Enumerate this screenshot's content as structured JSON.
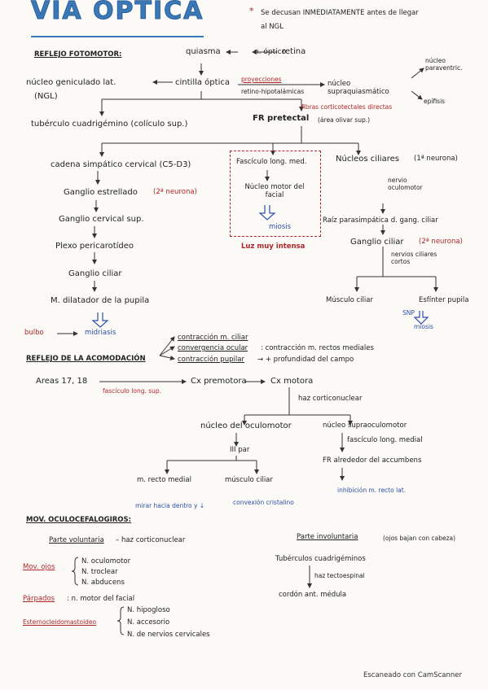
{
  "title": "VIA OPTICA",
  "header_note": {
    "star": "*",
    "line1": "Se decusan INMEDIATAMENTE antes de llegar",
    "line2": "al NGL"
  },
  "reflejo_fotomotor": {
    "heading": "REFLEJO FOTOMOTOR:",
    "quiasma": "quiasma",
    "nervio_optico": "n. óptico",
    "retina": "retina",
    "cintilla": "cintilla óptica",
    "ngl": "núcleo geniculado lat.",
    "ngl_abbr": "(NGL)",
    "proyecciones": "proyecciones",
    "retino_hipot": "retino-hipotalámicas",
    "supraquiasmatico": "núcleo supraquiasmático",
    "paraventricular": "núcleo paraventric.",
    "epifisis": "epífisis",
    "fibras_note": "fibras corticotectales directas",
    "fr_pretectal": "FR pretectal",
    "area_olivar": "(área olivar sup.)",
    "tuberculo": "tubérculo cuadrigémino (colículo sup.)"
  },
  "simpatica": {
    "cadena": "cadena simpático cervical (C5-D3)",
    "ganglio_estrellado": "Ganglio estrellado",
    "segunda_neurona": "(2ª neurona)",
    "ganglio_cervical": "Ganglio cervical sup.",
    "plexo": "Plexo pericarotídeo",
    "ganglio_ciliar": "Ganglio ciliar",
    "dilatador": "M. dilatador de la pupila",
    "bulbo_label": "bulbo",
    "midriasis": "midriasis"
  },
  "luz_intensa": {
    "fasciculo": "Fascículo long. med.",
    "nucleo_facial": "Núcleo motor del facial",
    "miosis": "miosis",
    "label": "Luz muy intensa"
  },
  "parasimpatica": {
    "nucleos_ciliares": "Núcleos ciliares",
    "primera_neurona": "(1ª neurona)",
    "nervio_oculomotor": "nervio oculomotor",
    "raiz": "Raíz parasimpática d. gang. ciliar",
    "ganglio_ciliar": "Ganglio ciliar",
    "segunda_neurona": "(2ª neurona)",
    "nervios_ciliares": "nervios ciliares cortos",
    "musculo_ciliar": "Músculo ciliar",
    "esfinter": "Esfínter pupila",
    "snp": "SNP",
    "miosis": "miosis"
  },
  "acomodacion": {
    "heading": "REFLEJO DE LA ACOMODACIÓN",
    "contraccion_ciliar": "contracción m. ciliar",
    "convergencia": "convergencia ocular",
    "convergencia_desc": ": contracción m. rectos mediales",
    "contraccion_pupilar": "contracción pupilar",
    "profundidad": "→ + profundidad del campo",
    "areas": "Areas 17, 18",
    "fasciculo_long": "fascículo long. sup.",
    "cx_premotora": "Cx premotora",
    "cx_motora": "Cx motora",
    "haz": "haz corticonuclear",
    "nucleo_oculomotor": "núcleo del oculomotor",
    "nucleo_supra": "núcleo supraoculomotor",
    "iii_par": "III par",
    "fasc_medial": "fascículo long. medial",
    "fr_accumbens": "FR alrededor del accumbens",
    "m_recto": "m. recto medial",
    "musc_ciliar": "músculo ciliar",
    "mirar_dentro": "mirar hacia dentro y ↓",
    "conv_cristalino": "convexión cristalino",
    "inhibicion": "inhibición m. recto lat."
  },
  "oculocefalogiros": {
    "heading": "MOV. OCULOCEFALOGIROS:",
    "voluntaria": "Parte voluntaria",
    "voluntaria_desc": "– haz corticonuclear",
    "involuntaria": "Parte involuntaria",
    "involuntaria_desc": "(ojos bajan con cabeza)",
    "mov_ojos": "Mov. ojos",
    "ojos_items": [
      "N. oculomotor",
      "N. troclear",
      "N. abducens"
    ],
    "parpados": "Párpados",
    "parpados_desc": ": n. motor del facial",
    "ecm": "Esternocleidomastoideo",
    "ecm_items": [
      "N. hipogloso",
      "N. accesorio",
      "N. de nervios cervicales"
    ],
    "tuberculos": "Tubérculos cuadrigéminos",
    "haz_tectoespinal": "haz tectoespinal",
    "cordon": "cordón ant. médula"
  },
  "footer": "Escaneado con CamScanner"
}
